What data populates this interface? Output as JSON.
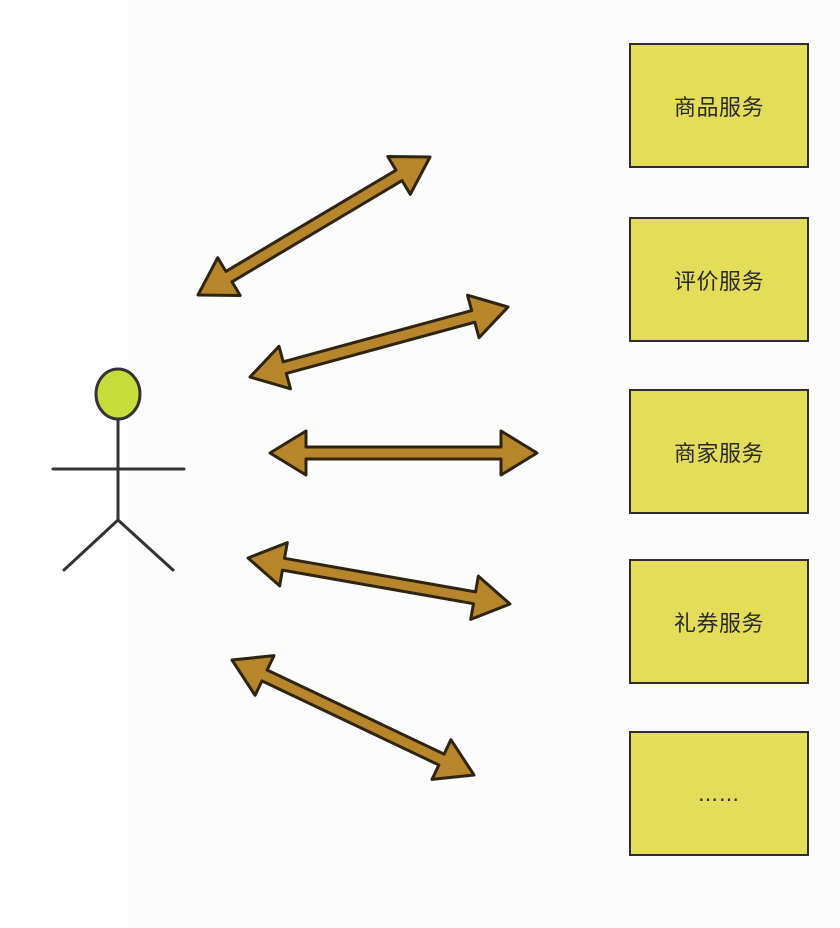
{
  "colors": {
    "box_fill": "#e3dd5a",
    "box_border": "#2e2e2e",
    "arrow_fill": "#b8862a",
    "arrow_stroke": "#2e2410",
    "head_fill": "#c6dc3c",
    "figure_stroke": "#333333"
  },
  "actor": {
    "icon": "stick-figure-user-icon"
  },
  "arrows": [
    {
      "icon": "double-headed-arrow-icon"
    },
    {
      "icon": "double-headed-arrow-icon"
    },
    {
      "icon": "double-headed-arrow-icon"
    },
    {
      "icon": "double-headed-arrow-icon"
    },
    {
      "icon": "double-headed-arrow-icon"
    }
  ],
  "services": [
    {
      "label": "商品服务"
    },
    {
      "label": "评价服务"
    },
    {
      "label": "商家服务"
    },
    {
      "label": "礼券服务"
    },
    {
      "label": "……"
    }
  ]
}
